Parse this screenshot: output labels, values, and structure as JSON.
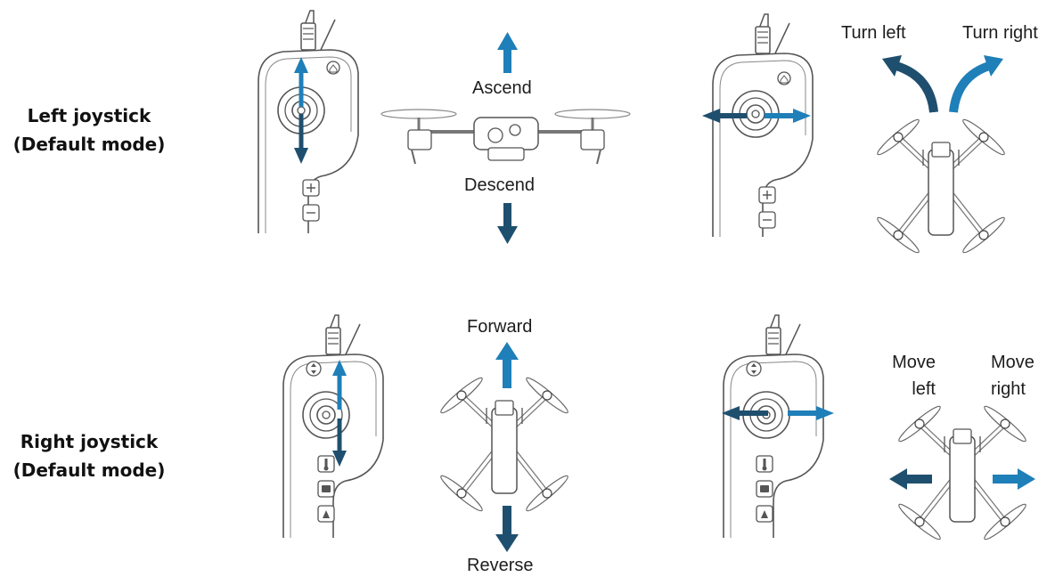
{
  "rows": [
    {
      "label_line1": "Left joystick",
      "label_line2": "(Default mode)"
    },
    {
      "label_line1": "Right joystick",
      "label_line2": "(Default mode)"
    }
  ],
  "captions": {
    "ascend": "Ascend",
    "descend": "Descend",
    "turn_left": "Turn left",
    "turn_right": "Turn right",
    "forward": "Forward",
    "reverse": "Reverse",
    "move_left_1": "Move",
    "move_left_2": "left",
    "move_right_1": "Move",
    "move_right_2": "right"
  },
  "colors": {
    "arrow_light": "#1f7fb8",
    "arrow_dark": "#1f4f6e",
    "outline": "#5a5a5a"
  },
  "icons": [
    "home-icon",
    "plus-icon",
    "minus-icon",
    "updown-icon",
    "thermometer-icon",
    "camera-icon",
    "record-icon"
  ]
}
